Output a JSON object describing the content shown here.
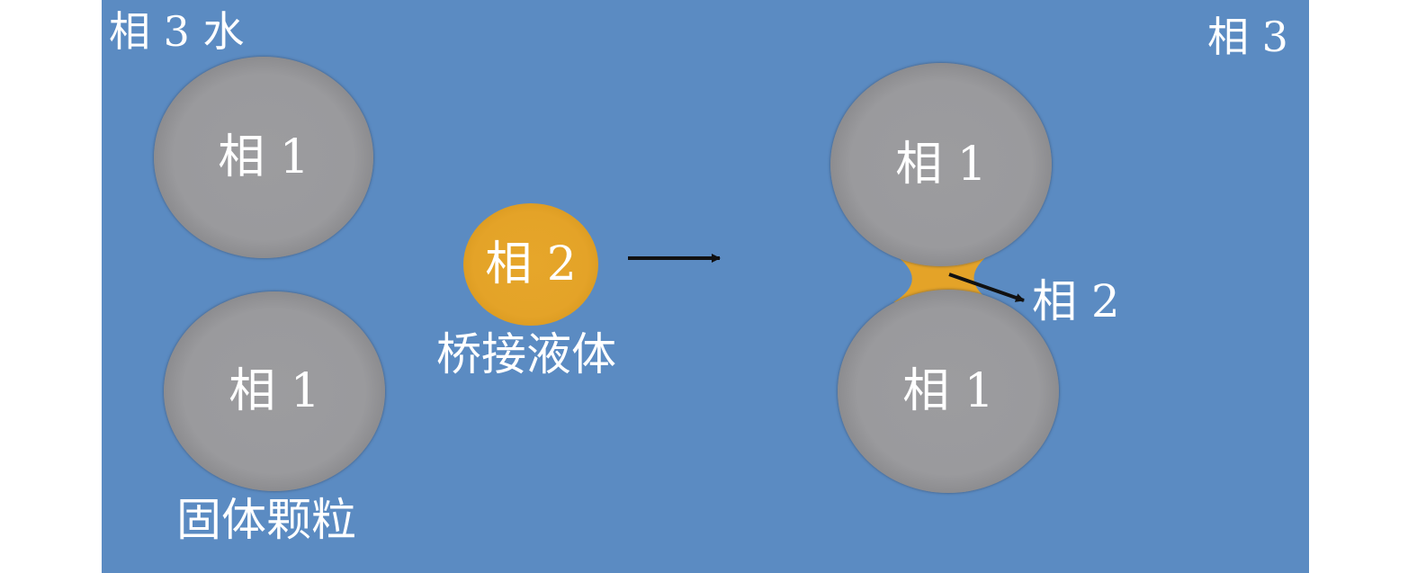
{
  "labels": {
    "phase3_water": "相 3 水",
    "phase3": "相 3",
    "phase1": "相 1",
    "phase2": "相 2",
    "bridging_liquid": "桥接液体",
    "solid_particles": "固体颗粒"
  },
  "colors": {
    "background": "#5b8bc2",
    "solid_particle": "#9a9a9d",
    "liquid": "#e4a328",
    "arrow": "#111111",
    "text": "#ffffff"
  }
}
